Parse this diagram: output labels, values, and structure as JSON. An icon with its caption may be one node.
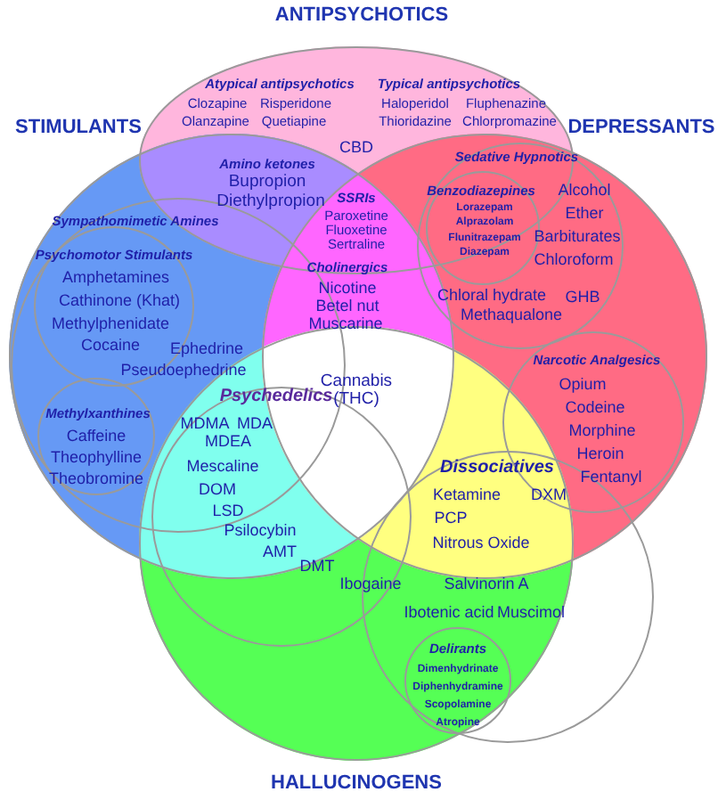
{
  "diagram": {
    "nodes": [
      {
        "text": [
          "ANTIPSYCHOTICS"
        ]
      },
      {
        "text": [
          "STIMULANTS"
        ]
      },
      {
        "text": [
          "DEPRESSANTS"
        ]
      },
      {
        "text": [
          "Sedative Hypnotics",
          "Alcohol",
          "Ether",
          "Barbiturates",
          "Chloroform",
          "Chloral hydrate",
          "GHB",
          "Methaqualone"
        ],
        "in": 2
      },
      {
        "text": [
          "Benzodiazepines",
          "Lorazepam",
          "Alprazolam",
          "Flunitrazepam",
          "Diazepam"
        ],
        "in": 3
      },
      {
        "text": [
          "Sympathomimetic Amines",
          "Ephedrine",
          "Pseudoephedrine"
        ],
        "in": 1
      },
      {
        "text": [
          "Psychomotor Stimulants",
          "Amphetamines",
          "Cathinone (Khat)",
          "Methylphenidate",
          "Cocaine"
        ],
        "in": 5
      },
      {
        "text": [
          "Methylxanthines",
          "Caffeine",
          "Theophylline",
          "Theobromine"
        ],
        "in": 5
      },
      {
        "text": [
          "Narcotic Analgesics",
          "Opium",
          "Codeine",
          "Morphine",
          "Heroin",
          "Fentanyl"
        ],
        "in": 2
      },
      {
        "text": [
          "HALLUCINOGENS"
        ]
      },
      {
        "text": [
          "Psychedelics",
          "Mescaline",
          "DOM",
          "LSD",
          "Psilocybin",
          "AMT"
        ],
        "in": 9
      },
      {
        "text": [
          "Dissociatives",
          "Ketamine",
          "PCP",
          "Nitrous Oxide"
        ]
      },
      {
        "text": [
          "Delirants",
          "Dimenhydrinate",
          "Diphenhydramine",
          "Scopolamine",
          "Atropine"
        ]
      }
    ],
    "edges": [],
    "labels": [
      "Atypical antipsychotics",
      "Typical antipsychotics",
      "Clozapine",
      "Risperidone",
      "Haloperidol",
      "Fluphenazine",
      "Olanzapine",
      "Quetiapine",
      "Thioridazine",
      "Chlorpromazine",
      "CBD",
      "Amino ketones",
      "Bupropion",
      "Diethylpropion",
      "SSRIs",
      "Paroxetine",
      "Fluoxetine",
      "Sertraline",
      "Cholinergics",
      "Nicotine",
      "Betel nut",
      "Muscarine",
      "Cannabis (THC)",
      "MDMA",
      "MDA",
      "MDEA",
      "DXM",
      "DMT",
      "Ibogaine",
      "Salvinorin A",
      "Ibotenic acid",
      "Muscimol"
    ]
  }
}
